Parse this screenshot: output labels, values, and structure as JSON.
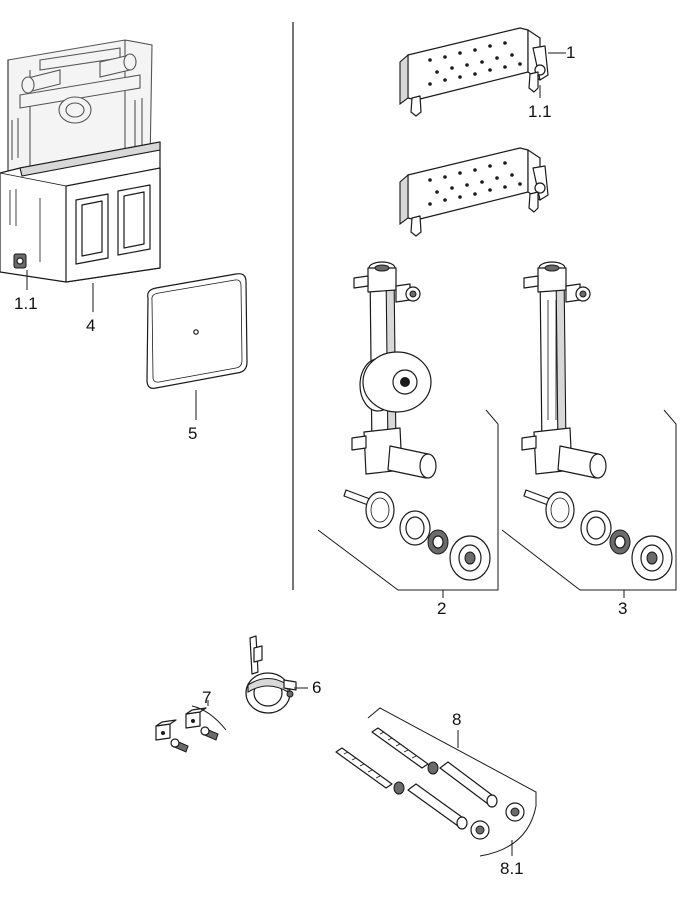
{
  "labels": {
    "l1": "1",
    "l1_1_right": "1.1",
    "l1_1_left": "1.1",
    "l2": "2",
    "l3": "3",
    "l4": "4",
    "l5": "5",
    "l6": "6",
    "l7": "7",
    "l8": "8",
    "l8_1": "8.1"
  }
}
